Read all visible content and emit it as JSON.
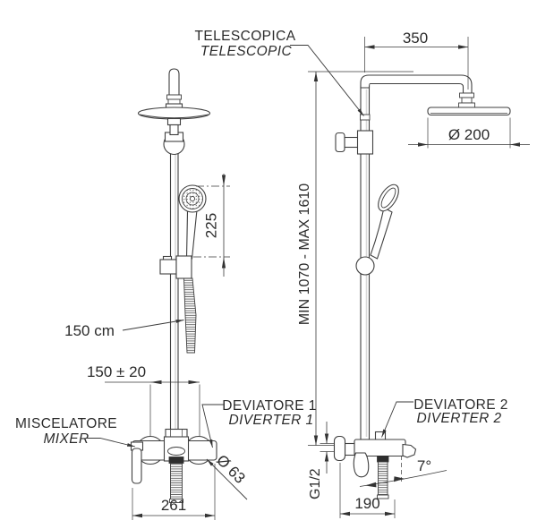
{
  "drawing": {
    "title_labels": {
      "telescopic_it": "TELESCOPICA",
      "telescopic_en": "TELESCOPIC",
      "mixer_it": "MISCELATORE",
      "mixer_en": "MIXER",
      "diverter1_it": "DEVIATORE 1",
      "diverter1_en": "DIVERTER 1",
      "diverter2_it": "DEVIATORE 2",
      "diverter2_en": "DIVERTER 2"
    },
    "dimensions": {
      "arm_reach": "350",
      "head_diameter": "Ø 200",
      "height_range": "MIN 1070  -  MAX 1610",
      "handshower_offset": "225",
      "hose_length": "150 cm",
      "inlet_spacing": "150 ± 20",
      "mixer_width": "261",
      "escutcheon_diameter": "Ø 63",
      "thread_size": "G1/2",
      "mixer_depth": "190",
      "spout_angle": "7°"
    },
    "colors": {
      "line": "#3f3f3f",
      "dimension_line": "#3a3a3a",
      "text": "#2b2b2b",
      "background": "#ffffff"
    }
  }
}
